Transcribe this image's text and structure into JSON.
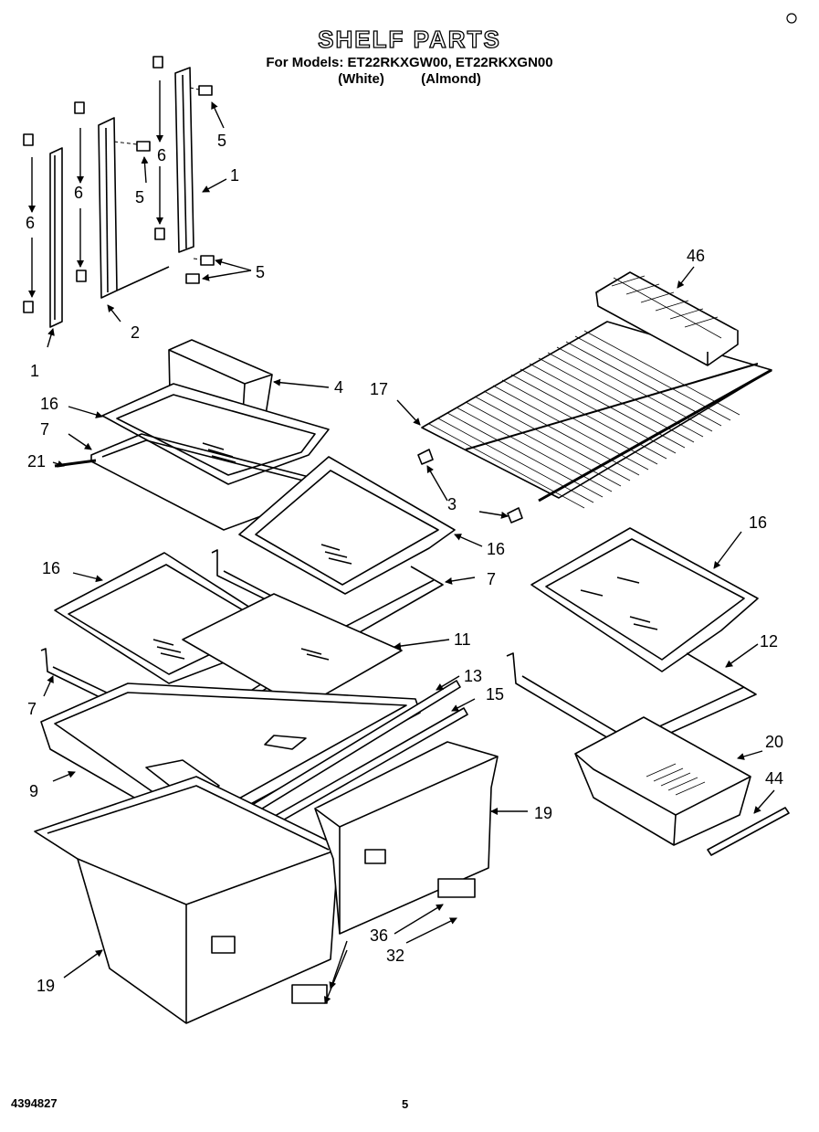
{
  "page": {
    "title": "SHELF PARTS",
    "models_line": "For Models: ET22RKXGW00, ET22RKXGN00",
    "variant_white": "(White)",
    "variant_almond": "(Almond)",
    "part_number": "4394827",
    "page_number": "5"
  },
  "callouts": {
    "c1a": "1",
    "c1b": "1",
    "c2": "2",
    "c3": "3",
    "c4": "4",
    "c5a": "5",
    "c5b": "5",
    "c5c": "5",
    "c6a": "6",
    "c6b": "6",
    "c6c": "6",
    "c7a": "7",
    "c7b": "7",
    "c7c": "7",
    "c9": "9",
    "c11": "11",
    "c12": "12",
    "c13": "13",
    "c15": "15",
    "c16a": "16",
    "c16b": "16",
    "c16c": "16",
    "c16d": "16",
    "c17": "17",
    "c19a": "19",
    "c19b": "19",
    "c20": "20",
    "c21": "21",
    "c32": "32",
    "c36": "36",
    "c44": "44",
    "c46": "46"
  }
}
